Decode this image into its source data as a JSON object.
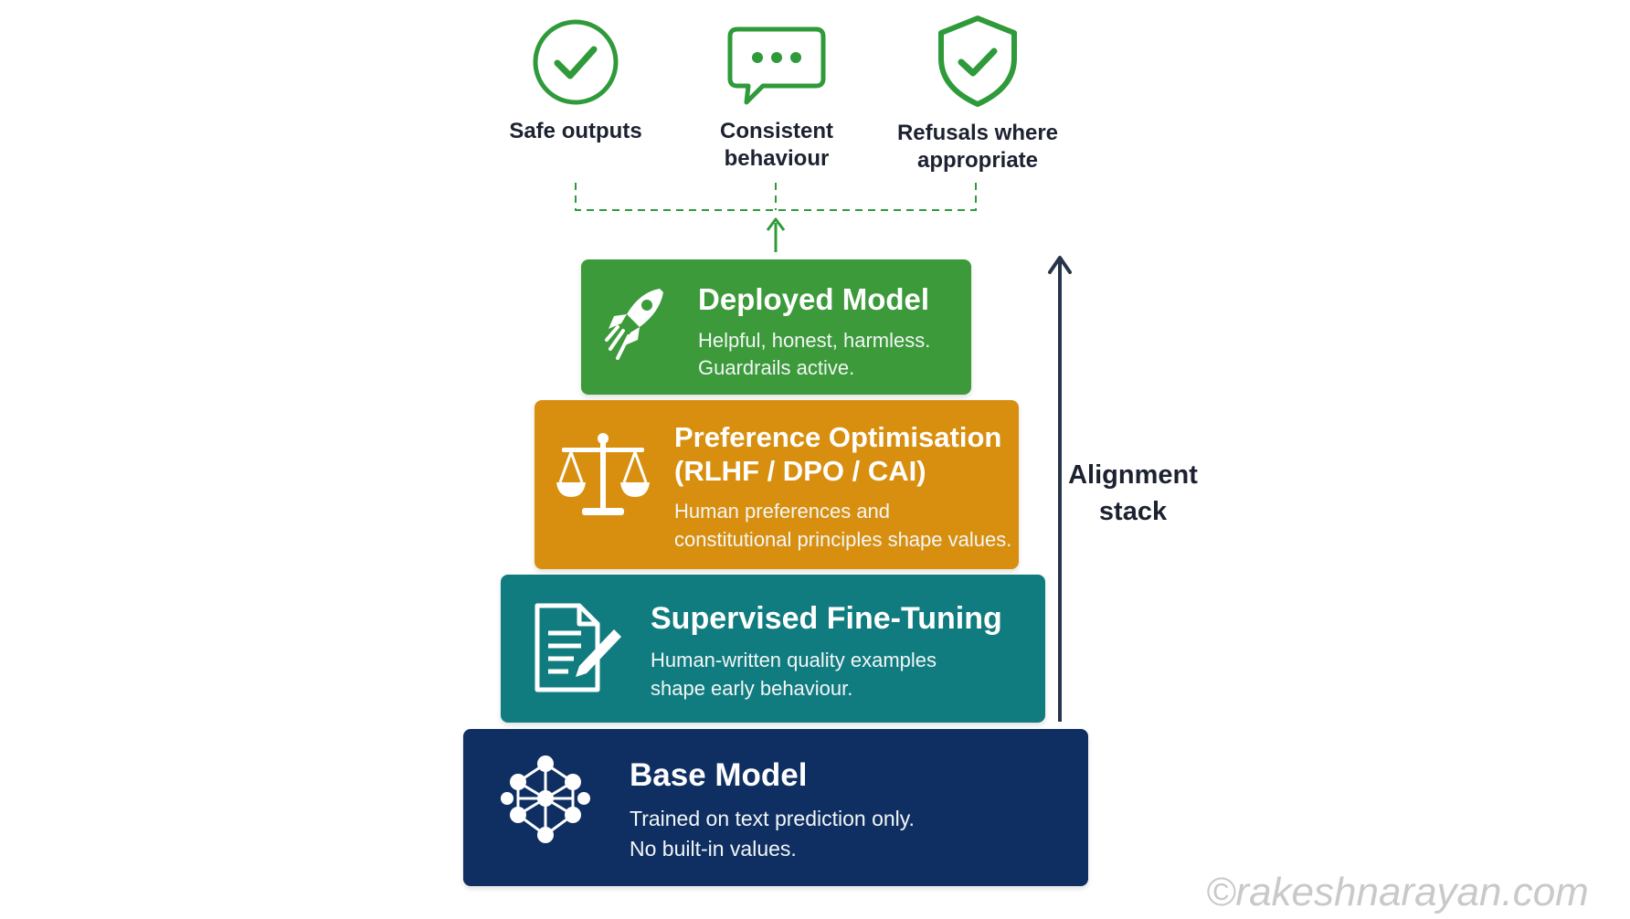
{
  "outcomes": [
    {
      "icon": "check-circle-icon",
      "label": "Safe outputs"
    },
    {
      "icon": "speech-bubble-icon",
      "label": "Consistent\nbehaviour"
    },
    {
      "icon": "shield-check-icon",
      "label": "Refusals where\nappropriate"
    }
  ],
  "layers": [
    {
      "icon": "rocket-icon",
      "title": "Deployed Model",
      "description": "Helpful, honest, harmless.\nGuardrails active.",
      "color": "#3c9a3a"
    },
    {
      "icon": "scales-icon",
      "title": "Preference Optimisation\n(RLHF / DPO / CAI)",
      "description": "Human preferences and\nconstitutional principles shape values.",
      "color": "#d88f0f"
    },
    {
      "icon": "document-pencil-icon",
      "title": "Supervised Fine-Tuning",
      "description": "Human-written quality examples\nshape early behaviour.",
      "color": "#117c80"
    },
    {
      "icon": "network-icon",
      "title": "Base Model",
      "description": "Trained on text prediction only.\nNo built-in values.",
      "color": "#0f2f62"
    }
  ],
  "stack_label": "Alignment\nstack",
  "watermark": "©rakeshnarayan.com",
  "colors": {
    "accent_green": "#2f9a3a",
    "text_dark": "#1c2230",
    "arrow_dark": "#27344a"
  }
}
